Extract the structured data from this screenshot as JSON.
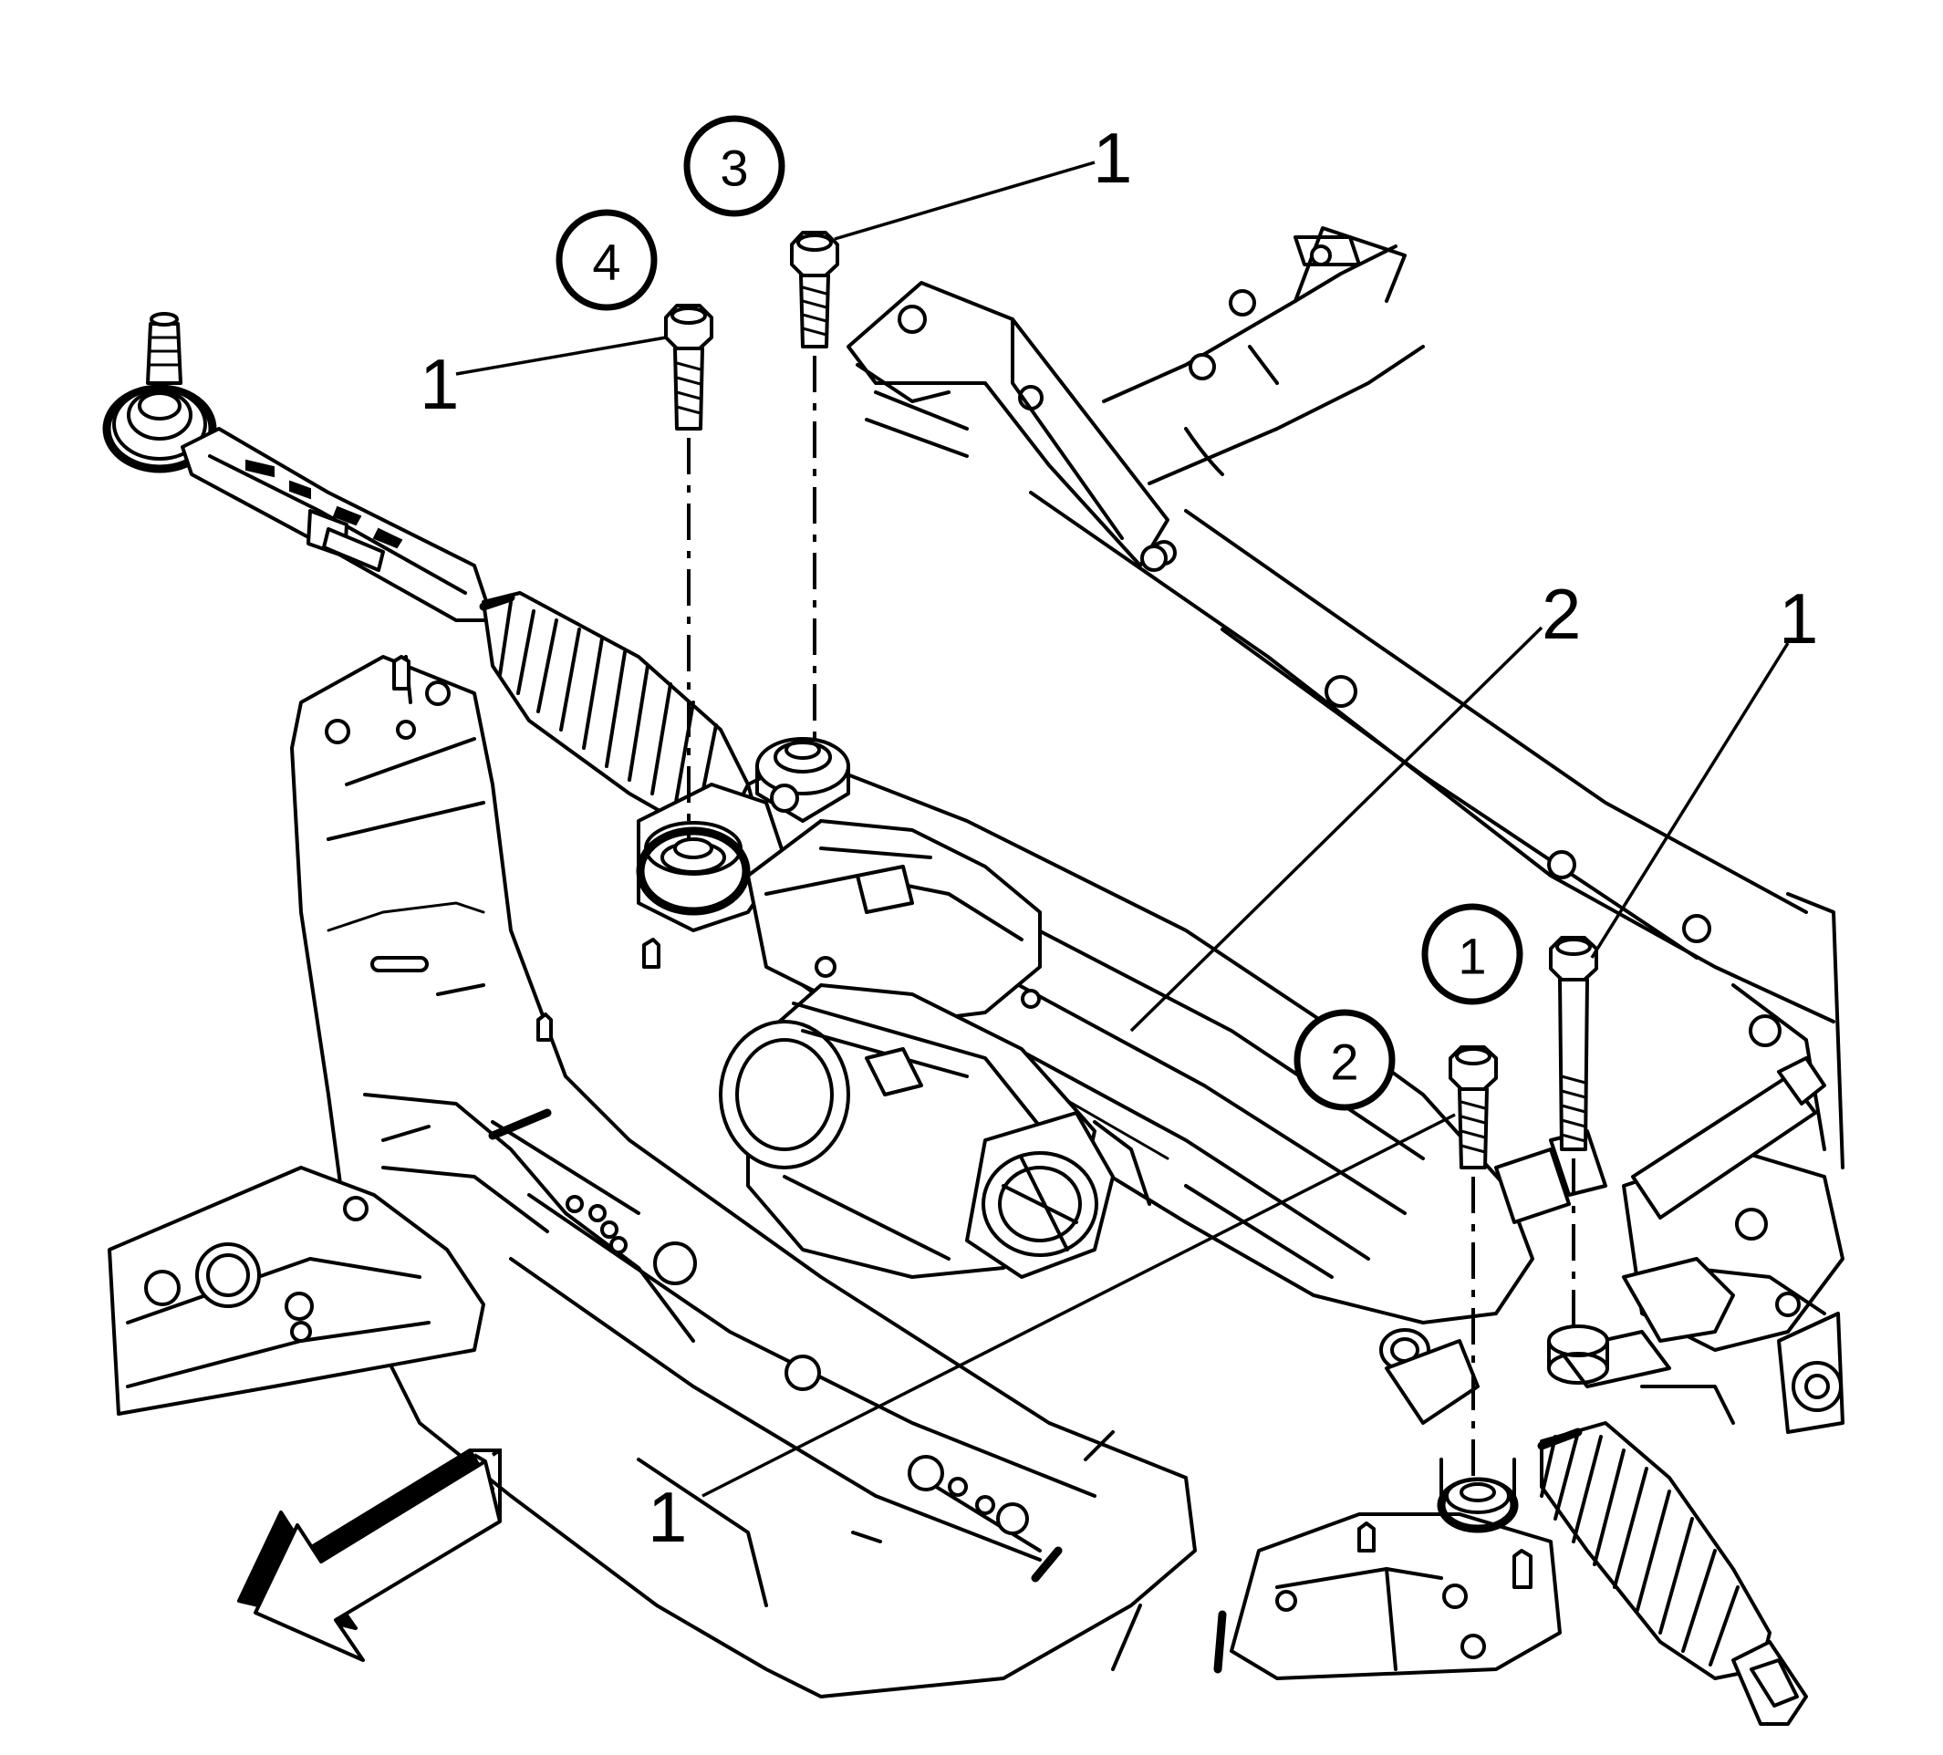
{
  "diagram": {
    "callouts": [
      {
        "id": "c-top-right",
        "label": "1"
      },
      {
        "id": "c-left-top",
        "label": "1"
      },
      {
        "id": "c-middle",
        "label": "2"
      },
      {
        "id": "c-right",
        "label": "1"
      },
      {
        "id": "c-bottom",
        "label": "1"
      }
    ],
    "steps": [
      {
        "id": "step-1",
        "label": "1"
      },
      {
        "id": "step-2",
        "label": "2"
      },
      {
        "id": "step-3",
        "label": "3"
      },
      {
        "id": "step-4",
        "label": "4"
      }
    ],
    "parts": {
      "bolt": "1",
      "steering_gear": "2"
    },
    "icons": [
      "front-direction-arrow-icon"
    ]
  }
}
